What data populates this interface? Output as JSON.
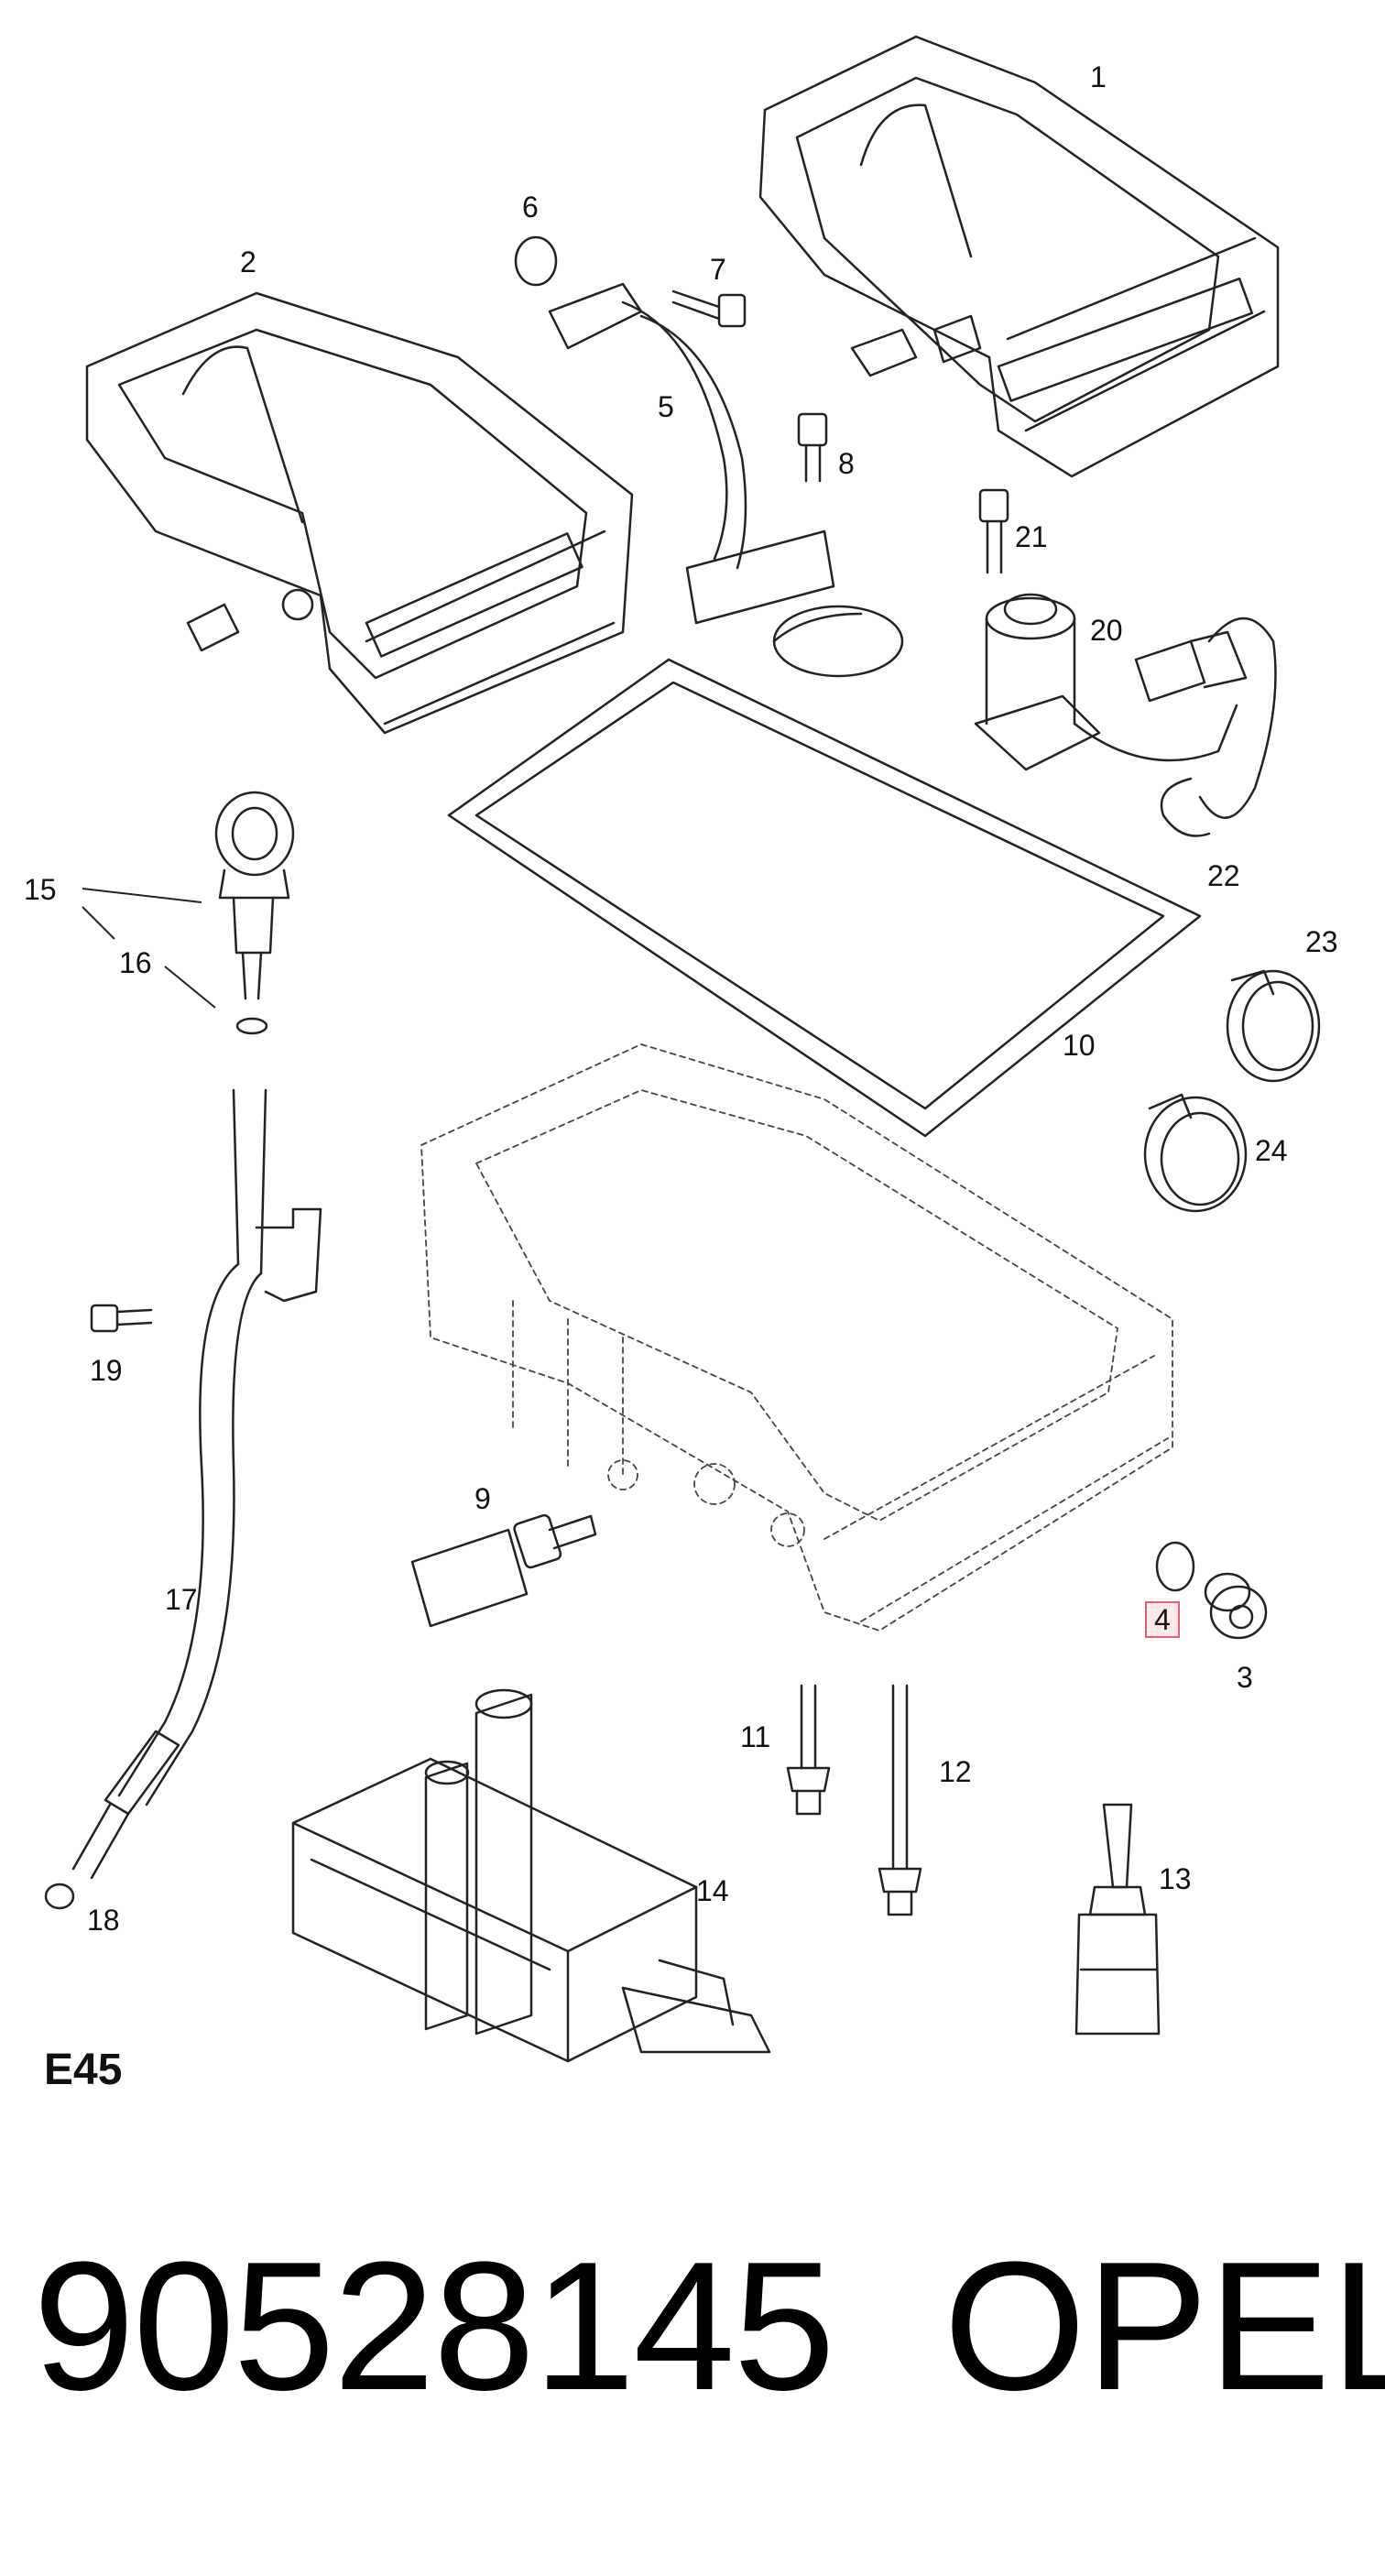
{
  "callouts": {
    "c1": "1",
    "c2": "2",
    "c3": "3",
    "c4": "4",
    "c5": "5",
    "c6": "6",
    "c7": "7",
    "c8": "8",
    "c9": "9",
    "c10": "10",
    "c11": "11",
    "c12": "12",
    "c13": "13",
    "c14": "14",
    "c15": "15",
    "c16": "16",
    "c17": "17",
    "c18": "18",
    "c19": "19",
    "c20": "20",
    "c21": "21",
    "c22": "22",
    "c23": "23",
    "c24": "24"
  },
  "highlighted_callout": "4",
  "section_code": "E45",
  "part_number": "90528145",
  "brand": "OPEL"
}
